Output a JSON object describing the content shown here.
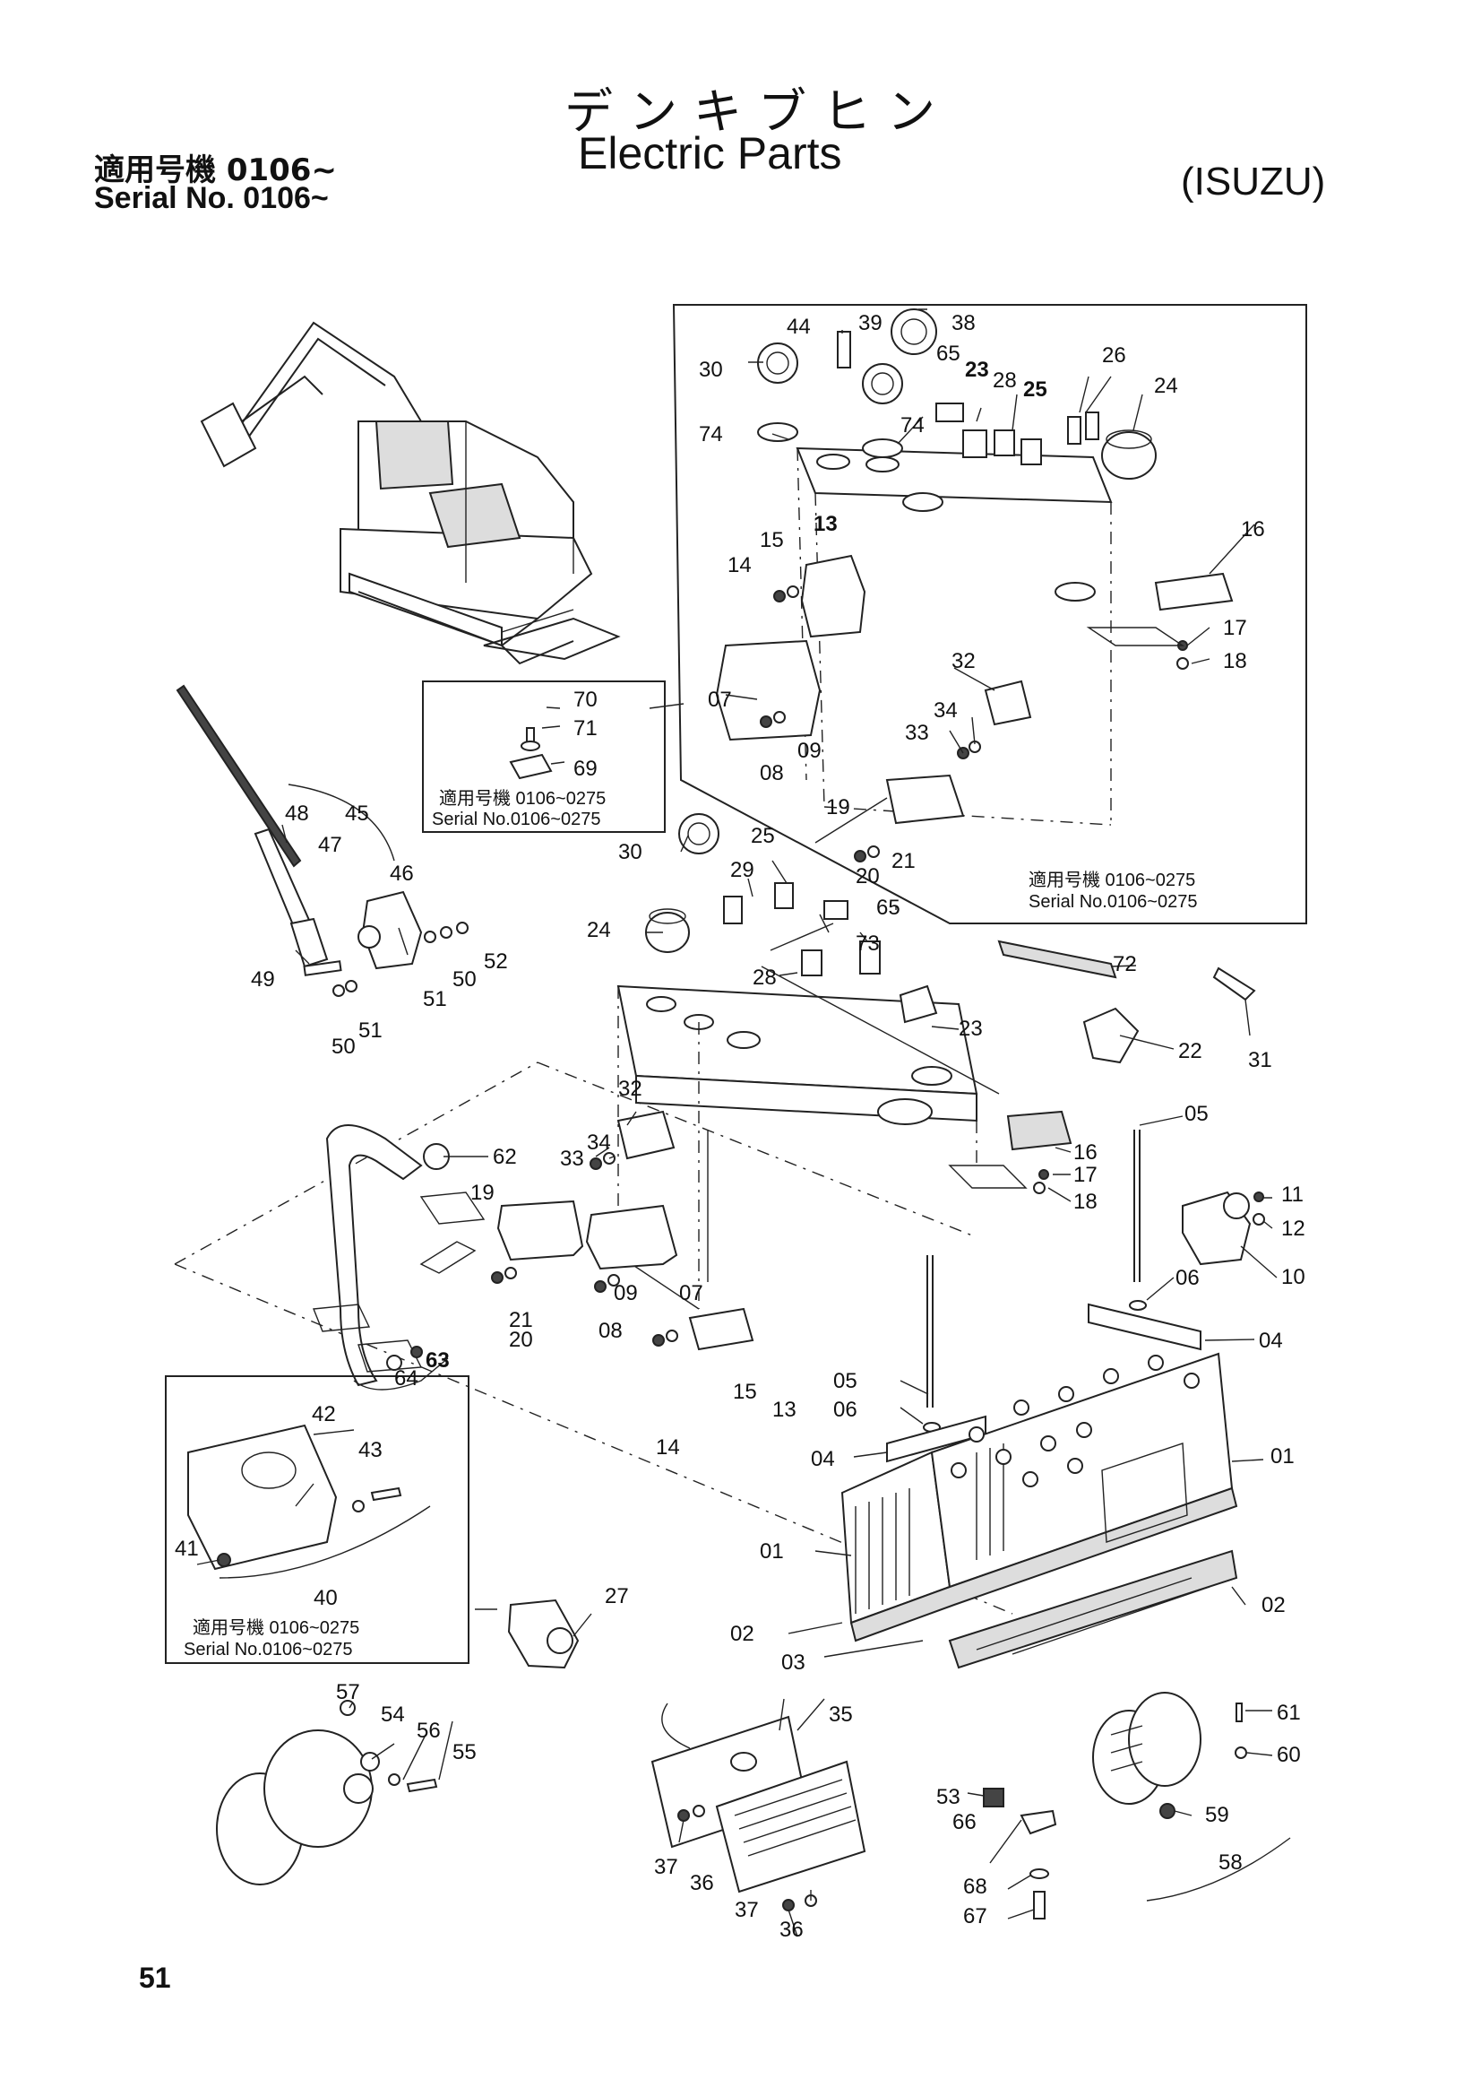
{
  "header": {
    "title_jp": "デンキブヒン",
    "title_en": "Electric Parts",
    "serial_jp": "適用号機  0106~",
    "serial_en": "Serial No.  0106~",
    "maker": "(ISUZU)"
  },
  "footer": {
    "page_number": "51"
  },
  "notes": {
    "box_top_jp": "適用号機  0106~0275",
    "box_top_en": "Serial No.0106~0275",
    "box_bracket_jp": "適用号機  0106~0275",
    "box_bracket_en": "Serial No.0106~0275",
    "box_lamp_jp": "適用号機  0106~0275",
    "box_lamp_en": "Serial No.0106~0275"
  },
  "callouts": {
    "inset_top": [
      "44",
      "39",
      "38",
      "30",
      "65",
      "23",
      "28",
      "25",
      "26",
      "24",
      "74",
      "74",
      "13",
      "15",
      "14",
      "16",
      "17",
      "18",
      "07",
      "32",
      "34",
      "33",
      "09",
      "08",
      "19",
      "21",
      "20"
    ],
    "inset_bracket": [
      "70",
      "71",
      "69"
    ],
    "wiper": [
      "48",
      "45",
      "47",
      "46",
      "49",
      "50",
      "51",
      "50",
      "51",
      "52"
    ],
    "panel": [
      "30",
      "25",
      "29",
      "65",
      "24",
      "28",
      "73",
      "23",
      "72",
      "22",
      "31",
      "32",
      "34",
      "33",
      "62",
      "16",
      "17",
      "18",
      "05",
      "11",
      "12",
      "10",
      "19",
      "07",
      "09",
      "08",
      "21",
      "20",
      "06",
      "04",
      "63",
      "64",
      "13",
      "15",
      "14",
      "05",
      "06",
      "04",
      "01",
      "01",
      "02",
      "02",
      "03"
    ],
    "lamp_inset": [
      "42",
      "43",
      "41",
      "40"
    ],
    "lower": [
      "27",
      "57",
      "54",
      "56",
      "55",
      "35",
      "37",
      "36",
      "37",
      "36",
      "53",
      "66",
      "68",
      "67",
      "61",
      "60",
      "59",
      "58"
    ]
  }
}
